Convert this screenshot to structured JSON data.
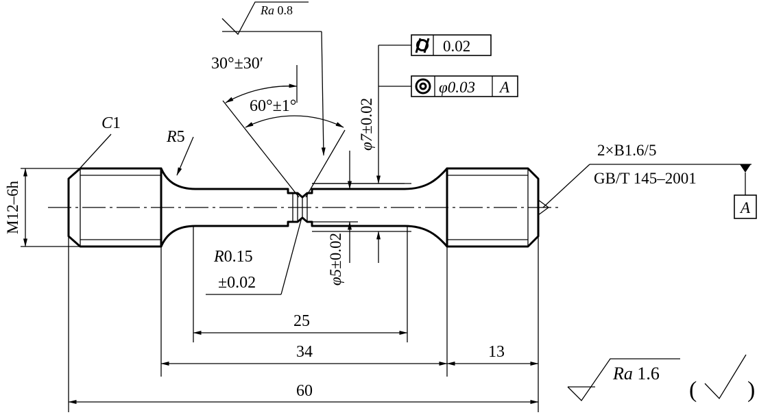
{
  "labels": {
    "chamfer": "C1",
    "fillet_r5": "R5",
    "thread": "M12–6h",
    "notch_radius_1": "R0.15",
    "notch_radius_2": "±0.02",
    "notch_angle_tol": "30°±30′",
    "included_angle": "60°±1°",
    "dia_small_pre": "φ5",
    "dia_small_tol": "±0.02",
    "dia_large_pre": "φ7",
    "dia_large_tol": "±0.02",
    "center_hole_1": "2×B1.6/5",
    "center_hole_2": "GB/T 145–2001",
    "datum": "A"
  },
  "roughness": {
    "top_ra_prefix": "Ra",
    "top_ra_value": "0.8",
    "general_ra_prefix": "Ra",
    "general_ra_value": "1.6",
    "general_paren_open": "(",
    "general_paren_close": ")"
  },
  "tolerance_frames": {
    "cylindricity_value": "0.02",
    "concentricity_value": "φ0.03",
    "concentricity_datum": "A"
  },
  "dimensions": {
    "gauge_length": "25",
    "reduced_length": "34",
    "grip_length": "13",
    "total_length": "60"
  }
}
